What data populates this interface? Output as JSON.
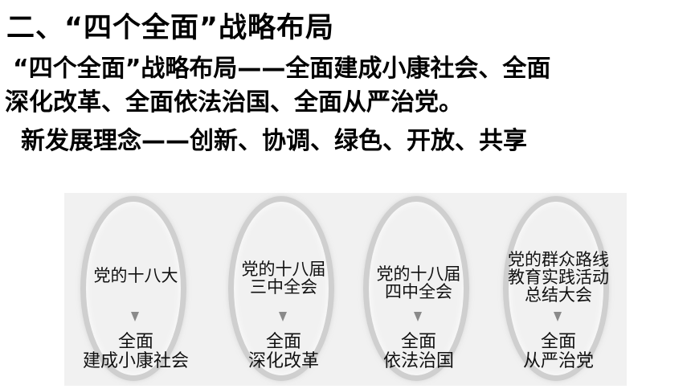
{
  "heading": "二、“四个全面”战略布局",
  "para1": {
    "line1": "“四个全面”战略布局——全面建成小康社会、全面",
    "line2": "深化改革、全面依法治国、全面从严治党。"
  },
  "para2": "新发展理念——创新、协调、绿色、开放、共享",
  "diagram": {
    "items": [
      {
        "meeting": [
          "党的十八大"
        ],
        "goal": [
          "全面",
          "建成小康社会"
        ]
      },
      {
        "meeting": [
          "党的十八届",
          "三中全会"
        ],
        "goal": [
          "全面",
          "深化改革"
        ]
      },
      {
        "meeting": [
          "党的十八届",
          "四中全会"
        ],
        "goal": [
          "全面",
          "依法治国"
        ]
      },
      {
        "meeting": [
          "党的群众路线",
          "教育实践活动",
          "总结大会"
        ],
        "goal": [
          "全面",
          "从严治党"
        ]
      }
    ]
  }
}
